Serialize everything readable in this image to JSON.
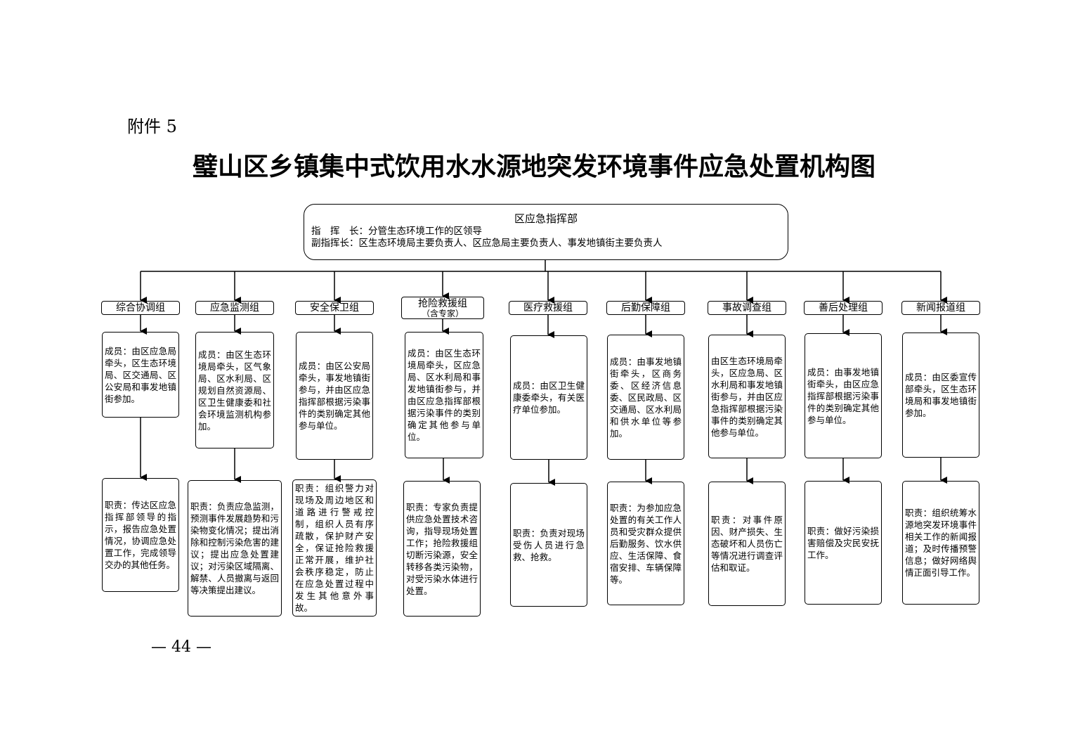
{
  "attachment_label": "附件 5",
  "title": "璧山区乡镇集中式饮用水水源地突发环境事件应急处置机构图",
  "headquarters": {
    "name": "区应急指挥部",
    "commander": "指　挥　长：分管生态环境工作的区领导",
    "deputy": "副指挥长：区生态环境局主要负责人、区应急局主要负责人、事发地镇街主要负责人"
  },
  "groups": [
    {
      "name": "综合协调组",
      "sub": "",
      "members": "成员：由区应急局牵头，区生态环境局、区交通局、区公安局和事发地镇街参加。",
      "duties": "职责：传达区应急指挥部领导的指示，报告应急处置情况，协调应急处置工作，完成领导交办的其他任务。"
    },
    {
      "name": "应急监测组",
      "sub": "",
      "members": "成员：由区生态环境局牵头，区气象局、区水利局、区规划自然资源局、区卫生健康委和社会环境监测机构参加。",
      "duties": "职责：负责应急监测，预测事件发展趋势和污染物变化情况；提出消除和控制污染危害的建议；提出应急处置建议；对污染区域隔离、解禁、人员撤离与返回等决策提出建议。"
    },
    {
      "name": "安全保卫组",
      "sub": "",
      "members": "成员：由区公安局牵头，事发地镇街参与，并由区应急指挥部根据污染事件的类别确定其他参与单位。",
      "duties": "职责：组织警力对现场及周边地区和道路进行警戒控制，组织人员有序疏散，保护财产安全，保证抢险救援正常开展，维护社会秩序稳定，防止在应急处置过程中发生其他意外事故。"
    },
    {
      "name": "抢险救援组",
      "sub": "（含专家）",
      "members": "成员：由区生态环境局牵头，区应急局、区水利局和事发地镇街参与，并由区应急指挥部根据污染事件的类别确定其他参与单位。",
      "duties": "职责：专家负责提供应急处置技术咨询，指导现场处置工作；抢险救援组切断污染源，安全转移各类污染物，对受污染水体进行处置。"
    },
    {
      "name": "医疗救援组",
      "sub": "",
      "members": "成员：由区卫生健康委牵头，有关医疗单位参加。",
      "duties": "职责：负责对现场受伤人员进行急救、抢救。"
    },
    {
      "name": "后勤保障组",
      "sub": "",
      "members": "成员：由事发地镇街牵头，区商务委、区经济信息委、区民政局、区交通局、区水利局和供水单位等参加。",
      "duties": "职责：为参加应急处置的有关工作人员和受灾群众提供后勤服务、饮水供应、生活保障、食宿安排、车辆保障等。"
    },
    {
      "name": "事故调查组",
      "sub": "",
      "members": "由区生态环境局牵头，区应急局、区水利局和事发地镇街参与，并由区应急指挥部根据污染事件的类别确定其他参与单位。",
      "duties": "职责：对事件原因、财产损失、生态破坏和人员伤亡等情况进行调查评估和取证。"
    },
    {
      "name": "善后处理组",
      "sub": "",
      "members": "成员：由事发地镇街牵头，由区应急指挥部根据污染事件的类别确定其他参与单位。",
      "duties": "职责：做好污染损害赔偿及灾民安抚工作。"
    },
    {
      "name": "新闻报道组",
      "sub": "",
      "members": "成员：由区委宣传部牵头，区生态环境局和事发地镇街参加。",
      "duties": "职责：组织统筹水源地突发环境事件相关工作的新闻报道；及时传播预警信息；做好网络舆情正面引导工作。"
    }
  ],
  "page_number": "— 44 —"
}
